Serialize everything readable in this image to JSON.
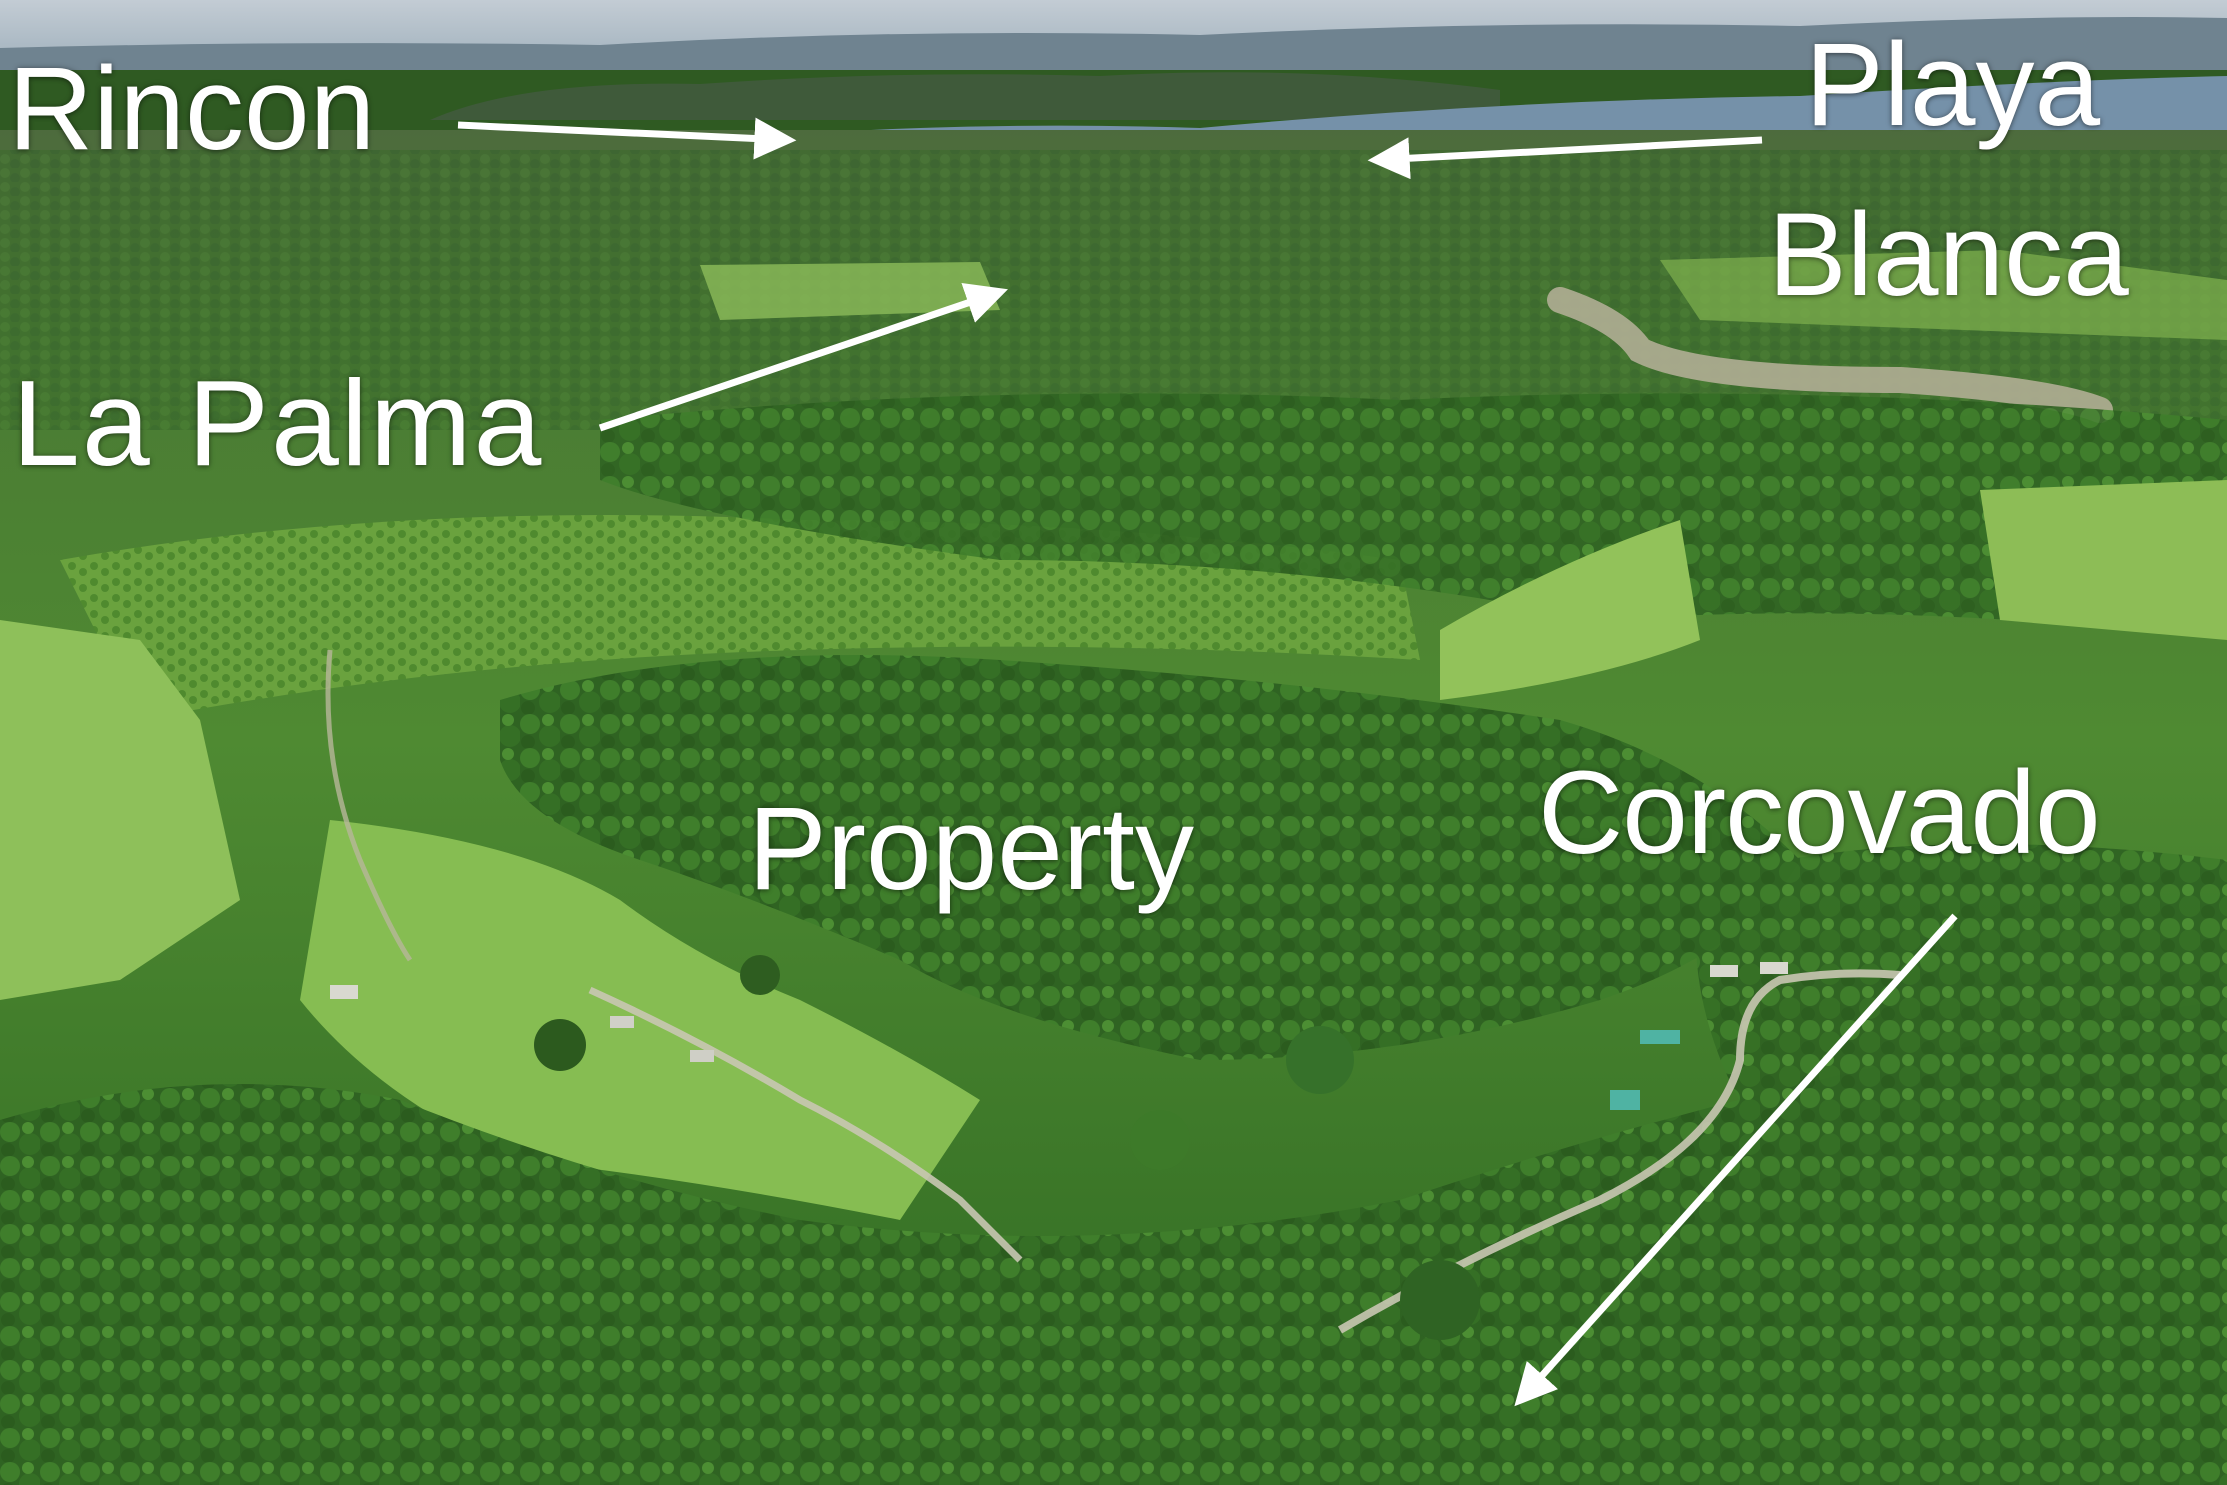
{
  "labels": {
    "rincon": "Rincon",
    "playa": "Playa",
    "blanca": "Blanca",
    "la_palma": "La Palma",
    "property": "Property",
    "corcovado": "Corcovado"
  },
  "colors": {
    "label_text": "#ffffff",
    "arrow": "#ffffff",
    "forest_dark": "#2c5520",
    "forest_mid": "#3f7a2c",
    "pasture": "#7fb548",
    "plantation": "#5e9a38",
    "water": "#6c8ca6",
    "sky": "#c9d2d8"
  }
}
